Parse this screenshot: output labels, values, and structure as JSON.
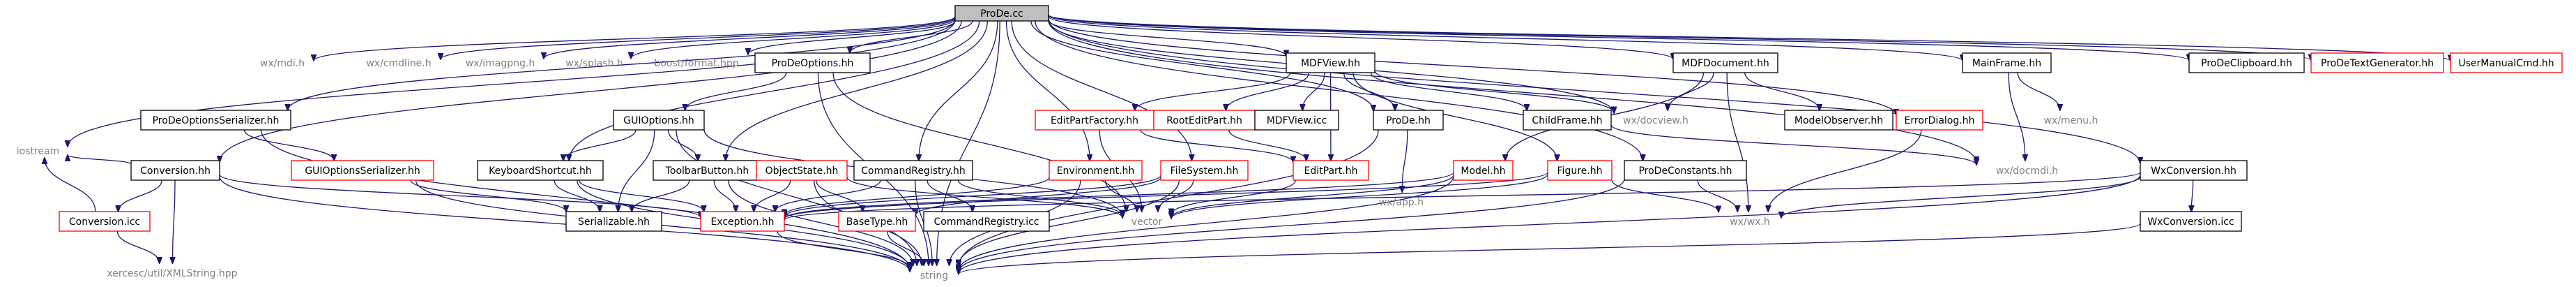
{
  "colors": {
    "edge": "#191970",
    "node_border": "#000000",
    "missing_border": "#ff0000",
    "root_fill": "#bfbfbf",
    "node_fill": "#ffffff",
    "text": "#000000",
    "external_text": "#808080"
  },
  "nodes": [
    {
      "id": "prode_cc",
      "label": "ProDe.cc",
      "kind": "root"
    },
    {
      "id": "iostream",
      "label": "iostream",
      "kind": "external"
    },
    {
      "id": "wx_mdi",
      "label": "wx/mdi.h",
      "kind": "external"
    },
    {
      "id": "wx_cmdline",
      "label": "wx/cmdline.h",
      "kind": "external"
    },
    {
      "id": "wx_imagpng",
      "label": "wx/imagpng.h",
      "kind": "external"
    },
    {
      "id": "wx_splash",
      "label": "wx/splash.h",
      "kind": "external"
    },
    {
      "id": "boost_format",
      "label": "boost/format.hpp",
      "kind": "external"
    },
    {
      "id": "prodeoptions_hh",
      "label": "ProDeOptions.hh",
      "kind": "normal"
    },
    {
      "id": "mdfview_hh",
      "label": "MDFView.hh",
      "kind": "normal"
    },
    {
      "id": "mdfdocument_hh",
      "label": "MDFDocument.hh",
      "kind": "normal"
    },
    {
      "id": "mainframe_hh",
      "label": "MainFrame.hh",
      "kind": "normal"
    },
    {
      "id": "prodeclipboard_hh",
      "label": "ProDeClipboard.hh",
      "kind": "normal"
    },
    {
      "id": "prodetextgenerator_hh",
      "label": "ProDeTextGenerator.hh",
      "kind": "missing"
    },
    {
      "id": "usermanualcmd_hh",
      "label": "UserManualCmd.hh",
      "kind": "missing"
    },
    {
      "id": "prodeoptionsserializer_hh",
      "label": "ProDeOptionsSerializer.hh",
      "kind": "normal"
    },
    {
      "id": "guioptions_hh",
      "label": "GUIOptions.hh",
      "kind": "normal"
    },
    {
      "id": "editpartfactory_hh",
      "label": "EditPartFactory.hh",
      "kind": "missing"
    },
    {
      "id": "rooteditpart_hh",
      "label": "RootEditPart.hh",
      "kind": "missing"
    },
    {
      "id": "mdfview_icc",
      "label": "MDFView.icc",
      "kind": "normal"
    },
    {
      "id": "prode_hh",
      "label": "ProDe.hh",
      "kind": "normal"
    },
    {
      "id": "childframe_hh",
      "label": "ChildFrame.hh",
      "kind": "normal"
    },
    {
      "id": "wx_docview",
      "label": "wx/docview.h",
      "kind": "external"
    },
    {
      "id": "modelobserver_hh",
      "label": "ModelObserver.hh",
      "kind": "normal"
    },
    {
      "id": "errordialog_hh",
      "label": "ErrorDialog.hh",
      "kind": "missing"
    },
    {
      "id": "wx_menu",
      "label": "wx/menu.h",
      "kind": "external"
    },
    {
      "id": "conversion_hh",
      "label": "Conversion.hh",
      "kind": "normal"
    },
    {
      "id": "guioptionsserializer_hh",
      "label": "GUIOptionsSerializer.hh",
      "kind": "missing"
    },
    {
      "id": "keyboardshortcut_hh",
      "label": "KeyboardShortcut.hh",
      "kind": "normal"
    },
    {
      "id": "toolbarbutton_hh",
      "label": "ToolbarButton.hh",
      "kind": "normal"
    },
    {
      "id": "objectstate_hh",
      "label": "ObjectState.hh",
      "kind": "missing"
    },
    {
      "id": "commandregistry_hh",
      "label": "CommandRegistry.hh",
      "kind": "normal"
    },
    {
      "id": "environment_hh",
      "label": "Environment.hh",
      "kind": "missing"
    },
    {
      "id": "filesystem_hh",
      "label": "FileSystem.hh",
      "kind": "missing"
    },
    {
      "id": "editpart_hh",
      "label": "EditPart.hh",
      "kind": "missing"
    },
    {
      "id": "wx_app",
      "label": "wx/app.h",
      "kind": "external"
    },
    {
      "id": "model_hh",
      "label": "Model.hh",
      "kind": "missing"
    },
    {
      "id": "figure_hh",
      "label": "Figure.hh",
      "kind": "missing"
    },
    {
      "id": "prodeconstants_hh",
      "label": "ProDeConstants.hh",
      "kind": "normal"
    },
    {
      "id": "wx_docmdi",
      "label": "wx/docmdi.h",
      "kind": "external"
    },
    {
      "id": "wxconversion_hh",
      "label": "WxConversion.hh",
      "kind": "normal"
    },
    {
      "id": "conversion_icc",
      "label": "Conversion.icc",
      "kind": "missing"
    },
    {
      "id": "serializable_hh",
      "label": "Serializable.hh",
      "kind": "normal"
    },
    {
      "id": "exception_hh",
      "label": "Exception.hh",
      "kind": "missing"
    },
    {
      "id": "basetype_hh",
      "label": "BaseType.hh",
      "kind": "missing"
    },
    {
      "id": "commandregistry_icc",
      "label": "CommandRegistry.icc",
      "kind": "normal"
    },
    {
      "id": "vector",
      "label": "vector",
      "kind": "external"
    },
    {
      "id": "wx_wx",
      "label": "wx/wx.h",
      "kind": "external"
    },
    {
      "id": "wxconversion_icc",
      "label": "WxConversion.icc",
      "kind": "normal"
    },
    {
      "id": "xercesc_xmlstring",
      "label": "xercesc/util/XMLString.hpp",
      "kind": "external"
    },
    {
      "id": "string",
      "label": "string",
      "kind": "external"
    }
  ],
  "edges": [
    [
      "prode_cc",
      "iostream"
    ],
    [
      "prode_cc",
      "wx_mdi"
    ],
    [
      "prode_cc",
      "wx_cmdline"
    ],
    [
      "prode_cc",
      "wx_imagpng"
    ],
    [
      "prode_cc",
      "wx_splash"
    ],
    [
      "prode_cc",
      "boost_format"
    ],
    [
      "prode_cc",
      "prodeoptions_hh"
    ],
    [
      "prode_cc",
      "mdfview_hh"
    ],
    [
      "prode_cc",
      "mdfdocument_hh"
    ],
    [
      "prode_cc",
      "mainframe_hh"
    ],
    [
      "prode_cc",
      "prodeclipboard_hh"
    ],
    [
      "prode_cc",
      "prodetextgenerator_hh"
    ],
    [
      "prode_cc",
      "usermanualcmd_hh"
    ],
    [
      "prode_cc",
      "prodeoptionsserializer_hh"
    ],
    [
      "prode_cc",
      "conversion_hh"
    ],
    [
      "prode_cc",
      "keyboardshortcut_hh"
    ],
    [
      "prode_cc",
      "toolbarbutton_hh"
    ],
    [
      "prode_cc",
      "commandregistry_hh"
    ],
    [
      "prode_cc",
      "filesystem_hh"
    ],
    [
      "prode_cc",
      "environment_hh"
    ],
    [
      "prode_cc",
      "prode_hh"
    ],
    [
      "prode_cc",
      "wx_docview"
    ],
    [
      "prode_cc",
      "errordialog_hh"
    ],
    [
      "prode_cc",
      "prodeconstants_hh"
    ],
    [
      "prode_cc",
      "wx_docmdi"
    ],
    [
      "prode_cc",
      "wxconversion_hh"
    ],
    [
      "prode_cc",
      "string"
    ],
    [
      "prodeoptions_hh",
      "guioptions_hh"
    ],
    [
      "prodeoptions_hh",
      "vector"
    ],
    [
      "prodeoptions_hh",
      "string"
    ],
    [
      "prodeoptionsserializer_hh",
      "guioptionsserializer_hh"
    ],
    [
      "prodeoptionsserializer_hh",
      "string"
    ],
    [
      "guioptions_hh",
      "keyboardshortcut_hh"
    ],
    [
      "guioptions_hh",
      "toolbarbutton_hh"
    ],
    [
      "guioptions_hh",
      "serializable_hh"
    ],
    [
      "guioptions_hh",
      "vector"
    ],
    [
      "guioptions_hh",
      "string"
    ],
    [
      "mdfview_hh",
      "editpartfactory_hh"
    ],
    [
      "mdfview_hh",
      "rooteditpart_hh"
    ],
    [
      "mdfview_hh",
      "mdfview_icc"
    ],
    [
      "mdfview_hh",
      "prode_hh"
    ],
    [
      "mdfview_hh",
      "childframe_hh"
    ],
    [
      "mdfview_hh",
      "wx_docview"
    ],
    [
      "mdfview_hh",
      "editpart_hh"
    ],
    [
      "mdfview_hh",
      "figure_hh"
    ],
    [
      "mdfdocument_hh",
      "wx_docview"
    ],
    [
      "mdfdocument_hh",
      "modelobserver_hh"
    ],
    [
      "mdfdocument_hh",
      "model_hh"
    ],
    [
      "mdfdocument_hh",
      "wx_wx"
    ],
    [
      "mainframe_hh",
      "wx_menu"
    ],
    [
      "mainframe_hh",
      "wx_docmdi"
    ],
    [
      "editpartfactory_hh",
      "editpart_hh"
    ],
    [
      "editpartfactory_hh",
      "vector"
    ],
    [
      "rooteditpart_hh",
      "editpart_hh"
    ],
    [
      "prode_hh",
      "wx_app"
    ],
    [
      "prode_hh",
      "string"
    ],
    [
      "childframe_hh",
      "wx_docmdi"
    ],
    [
      "errordialog_hh",
      "wx_wx"
    ],
    [
      "editpart_hh",
      "vector"
    ],
    [
      "model_hh",
      "exception_hh"
    ],
    [
      "model_hh",
      "vector"
    ],
    [
      "model_hh",
      "string"
    ],
    [
      "figure_hh",
      "vector"
    ],
    [
      "figure_hh",
      "wx_wx"
    ],
    [
      "figure_hh",
      "exception_hh"
    ],
    [
      "prodeconstants_hh",
      "wx_wx"
    ],
    [
      "prodeconstants_hh",
      "string"
    ],
    [
      "conversion_hh",
      "conversion_icc"
    ],
    [
      "conversion_hh",
      "exception_hh"
    ],
    [
      "conversion_hh",
      "iostream"
    ],
    [
      "conversion_hh",
      "xercesc_xmlstring"
    ],
    [
      "conversion_hh",
      "string"
    ],
    [
      "conversion_icc",
      "iostream"
    ],
    [
      "conversion_icc",
      "xercesc_xmlstring"
    ],
    [
      "guioptionsserializer_hh",
      "serializable_hh"
    ],
    [
      "guioptionsserializer_hh",
      "string"
    ],
    [
      "keyboardshortcut_hh",
      "serializable_hh"
    ],
    [
      "keyboardshortcut_hh",
      "exception_hh"
    ],
    [
      "keyboardshortcut_hh",
      "string"
    ],
    [
      "toolbarbutton_hh",
      "serializable_hh"
    ],
    [
      "toolbarbutton_hh",
      "exception_hh"
    ],
    [
      "toolbarbutton_hh",
      "string"
    ],
    [
      "objectstate_hh",
      "exception_hh"
    ],
    [
      "objectstate_hh",
      "basetype_hh"
    ],
    [
      "objectstate_hh",
      "vector"
    ],
    [
      "objectstate_hh",
      "string"
    ],
    [
      "commandregistry_hh",
      "commandregistry_icc"
    ],
    [
      "commandregistry_hh",
      "exception_hh"
    ],
    [
      "commandregistry_hh",
      "vector"
    ],
    [
      "commandregistry_hh",
      "string"
    ],
    [
      "environment_hh",
      "exception_hh"
    ],
    [
      "environment_hh",
      "vector"
    ],
    [
      "environment_hh",
      "string"
    ],
    [
      "filesystem_hh",
      "basetype_hh"
    ],
    [
      "filesystem_hh",
      "exception_hh"
    ],
    [
      "filesystem_hh",
      "vector"
    ],
    [
      "filesystem_hh",
      "string"
    ],
    [
      "wxconversion_hh",
      "wxconversion_icc"
    ],
    [
      "wxconversion_hh",
      "wx_wx"
    ],
    [
      "wxconversion_hh",
      "exception_hh"
    ],
    [
      "wxconversion_hh",
      "string"
    ],
    [
      "wxconversion_icc",
      "string"
    ],
    [
      "exception_hh",
      "string"
    ],
    [
      "basetype_hh",
      "string"
    ]
  ]
}
